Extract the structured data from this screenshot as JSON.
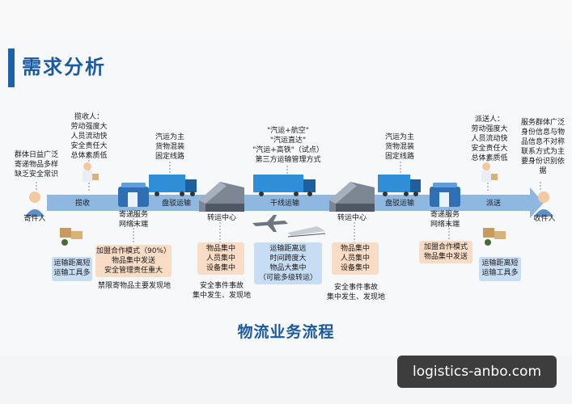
{
  "title": "需求分析",
  "bottom_title": "物流业务流程",
  "watermark": "logistics-anbo.com",
  "notes": {
    "left_top": "群体日益广泛\n寄递物品多样\n缺乏安全常识",
    "collector": "揽收人：\n劳动强度大\n人员流动快\n安全责任大\n总体素质低",
    "truck_left": "汽运为主\n货物混装\n固定线路",
    "center": "\"汽运+航空\"\n\"汽运直达\"\n\"汽运+高铁\"（试点）\n第三方运输管理方式",
    "truck_right": "汽运为主\n货物混装\n固定线路",
    "dispatcher": "派送人：\n劳动强度大\n人员流动快\n安全责任大\n总体素质低",
    "right_top": "服务群体广泛\n身份信息与物\n品信息不对称\n联系方式为主\n要身份识别依\n据"
  },
  "flow": {
    "sender": "寄件人",
    "collect": "揽收",
    "outlet_left": "寄递服务\n网络末端",
    "pickup_transport": "盘驳运输",
    "hub_left": "转运中心",
    "trunk": "干线运输",
    "hub_right": "转运中心",
    "pickup_transport_right": "盘驳运输",
    "outlet_right": "寄递服务\n网络末端",
    "deliver": "派送",
    "receiver": "收件人"
  },
  "bottom": {
    "left_tools": "运输距离短\n运输工具多",
    "outlet_left_box": "加盟合作模式（90%）\n物品集中发送\n安全管理责任重大",
    "outlet_left_note": "禁限寄物品主要发现地",
    "hub_left_box": "物品集中\n人员集中\n设备集中",
    "hub_left_note": "安全事件事故\n集中发生、发现地",
    "trunk_box": "运输距离远\n时间跨度大\n物品大集中\n（可能多级转运）",
    "hub_right_box": "物品集中\n人员集中\n设备集中",
    "hub_right_note": "安全事件事故\n集中发生、发现地",
    "outlet_right_box": "加盟合作模式\n物品集中发送",
    "right_tools": "运输距离短\n运输工具多"
  },
  "colors": {
    "title_blue": "#1c5aa0",
    "arrow_blue": "#8fb8e0",
    "peach": "#f8dcc5",
    "light_blue": "#c7ddf3",
    "truck_blue": "#2f8fd6"
  }
}
